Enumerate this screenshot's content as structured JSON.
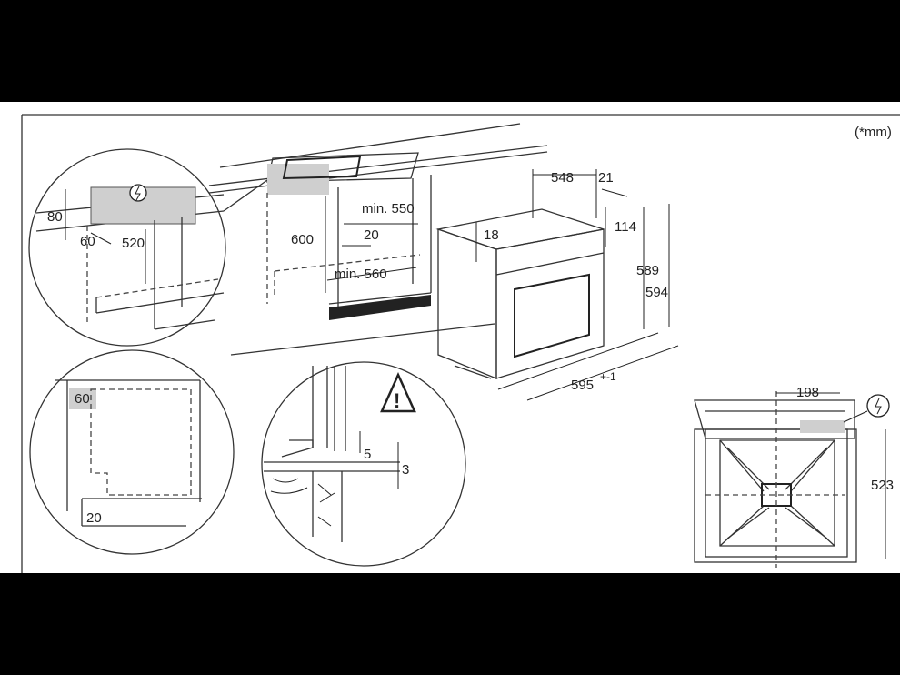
{
  "units_note": "(*mm)",
  "dimensions": {
    "cutout_height_80": "80",
    "cutout_depth_60": "60",
    "cutout_depth_520": "520",
    "niche_height": "600",
    "niche_min_width": "min. 550",
    "niche_gap": "20",
    "niche_min_depth": "min. 560",
    "oven_depth": "548",
    "front_depth": "21",
    "top_gap": "18",
    "door_height": "114",
    "body_height": "589",
    "total_height": "594",
    "total_width": "595",
    "width_tolerance": "+-1",
    "side_vent": "60",
    "bottom_gap": "20",
    "gap_5": "5",
    "gap_3": "3",
    "top_view_width": "198",
    "top_view_depth": "523"
  },
  "icons": [
    "power-plug-icon",
    "warning-triangle-icon"
  ],
  "colors": {
    "background": "#000000",
    "sheet": "#ffffff",
    "line": "#222222",
    "shade": "#cfcfcf"
  }
}
